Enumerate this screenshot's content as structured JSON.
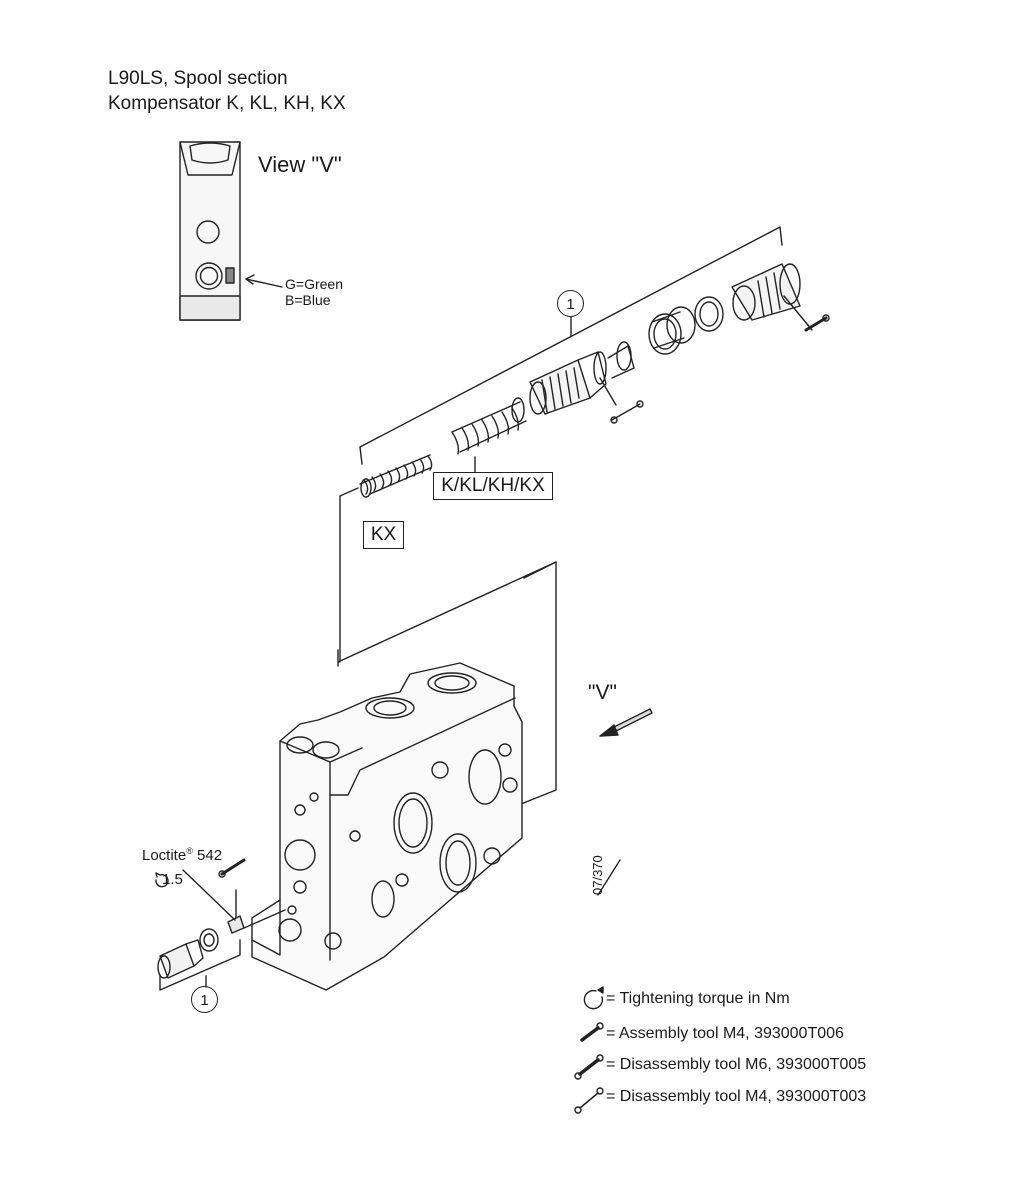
{
  "header": {
    "title_line1": "L90LS, Spool section",
    "title_line2": "Kompensator K, KL, KH, KX"
  },
  "view": {
    "label": "View \"V\"",
    "color_note_green": "G=Green",
    "color_note_blue": "B=Blue",
    "arrow_label": "\"V\""
  },
  "callouts": {
    "item_top": "1",
    "item_bottom": "1"
  },
  "variant_labels": {
    "kx": "KX",
    "k_kl_kh_kx": "K/KL/KH/KX"
  },
  "annotations": {
    "loctite": "Loctite",
    "loctite_mark": "®",
    "loctite_number": " 542",
    "torque_value": "1.5",
    "drawing_code": "07/370"
  },
  "legend": {
    "torque": "= Tightening torque in Nm",
    "assembly_tool": "= Assembly tool M4, 393000T006",
    "disassembly_tool_m6": "= Disassembly tool M6, 393000T005",
    "disassembly_tool_m4": "= Disassembly tool M4, 393000T003"
  },
  "icons": [
    "rotation-arrow-icon",
    "assembly-wrench-icon",
    "disassembly-wrench-m6-icon",
    "disassembly-wrench-m4-icon",
    "view-arrow-icon"
  ],
  "colors": {
    "line": "#222222",
    "background": "#ffffff"
  }
}
